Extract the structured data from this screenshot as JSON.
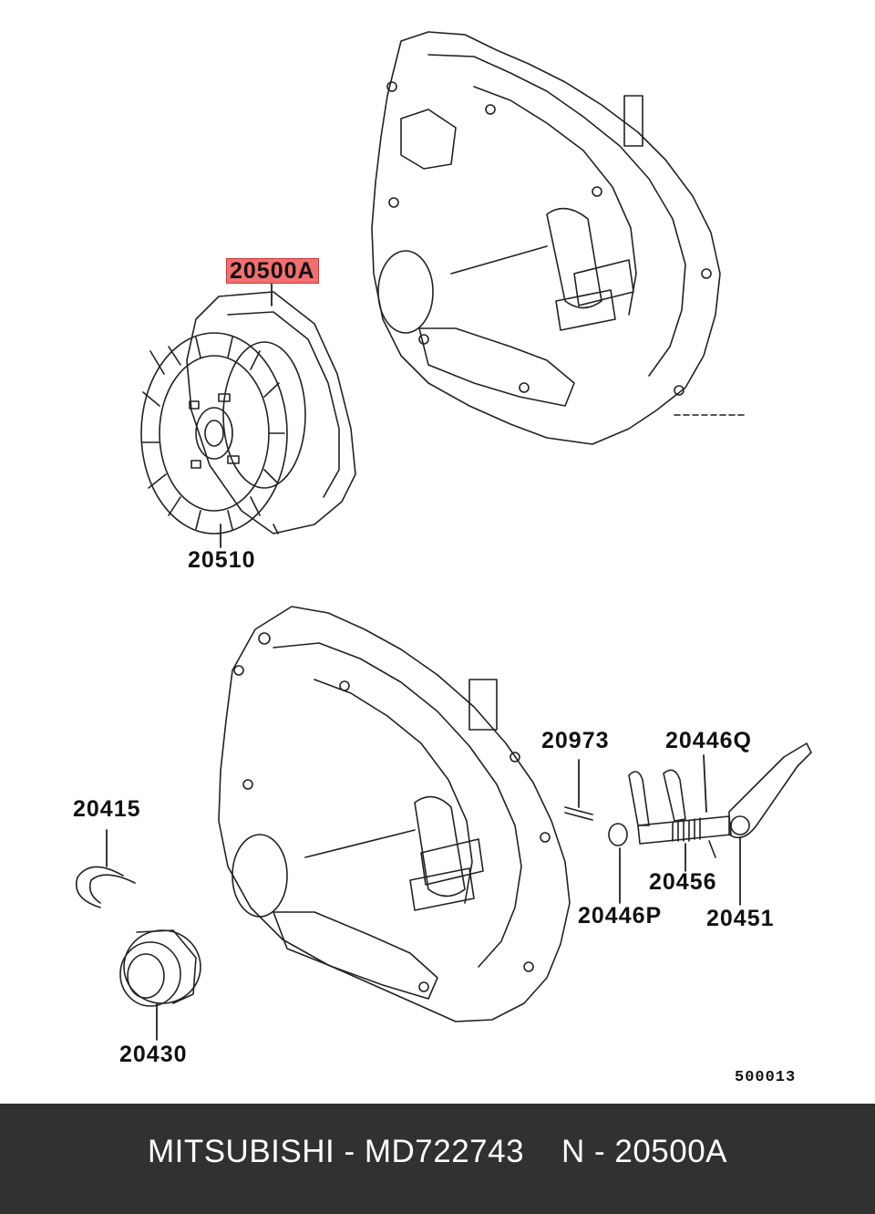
{
  "callouts": {
    "clutch_cover": "20500A",
    "clutch_disc": "20510",
    "pin": "20973",
    "shaft_assy": "20446Q",
    "retainer_spring": "20415",
    "spring": "20456",
    "packing": "20446P",
    "release_fork": "20451",
    "release_bearing": "20430"
  },
  "figure_number": "500013",
  "footer": {
    "text": "MITSUBISHI - MD722743    N - 20500A"
  },
  "colors": {
    "highlight": "#f26f6f",
    "footer_bg": "#313131",
    "footer_text": "#ffffff"
  }
}
